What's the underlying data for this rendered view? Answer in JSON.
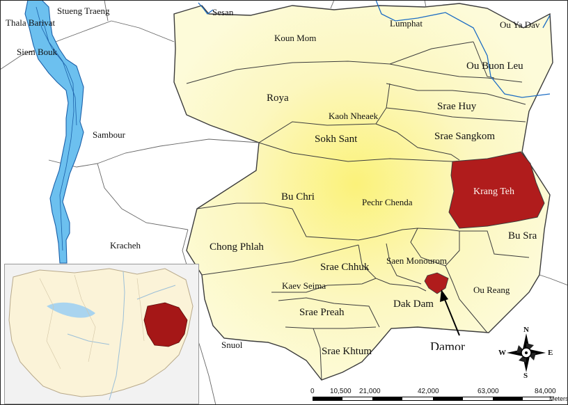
{
  "districts": {
    "kaoh_nheaek": "Kaoh Nheaek",
    "koun_mom": "Koun Mom",
    "lumphat": "Lumphat",
    "ou_ya_dav": "Ou Ya Dav",
    "ou_buon_leu": "Ou Buon Leu",
    "srae_huy": "Srae Huy",
    "srae_sangkom": "Srae Sangkom",
    "roya": "Roya",
    "sokh_sant": "Sokh Sant",
    "krang_teh": "Krang Teh",
    "bu_chri": "Bu Chri",
    "pechr_chenda": "Pechr Chenda",
    "bu_sra": "Bu Sra",
    "chong_phlah": "Chong Phlah",
    "saen_monourom": "Saen Monourom",
    "srae_chhuk": "Srae Chhuk",
    "kaev_seima": "Kaev Seima",
    "ou_reang": "Ou Reang",
    "dak_dam": "Dak Dam",
    "srae_preah": "Srae Preah",
    "srae_khtum": "Srae Khtum"
  },
  "neighbors": {
    "stueng_traeng": "Stueng Traeng",
    "thala_barivat": "Thala Barivat",
    "sesan": "Sesan",
    "siem_bouk": "Siem Bouk",
    "sambour": "Sambour",
    "kracheh": "Kracheh",
    "snuol": "Snuol"
  },
  "site_label": "Damor",
  "north_arrow": {
    "n": "N",
    "s": "S",
    "e": "E",
    "w": "W"
  },
  "scale": {
    "ticks": [
      "0",
      "10,500",
      "21,000",
      "42,000",
      "63,000",
      "84,000"
    ],
    "unit": "Meters"
  },
  "colors": {
    "district_fill": "#fdfbd6",
    "highlight": "#b01c1c",
    "river": "#5bb4ec",
    "river_edge": "#1a5fa8",
    "inset_land": "#fbf3d8"
  }
}
